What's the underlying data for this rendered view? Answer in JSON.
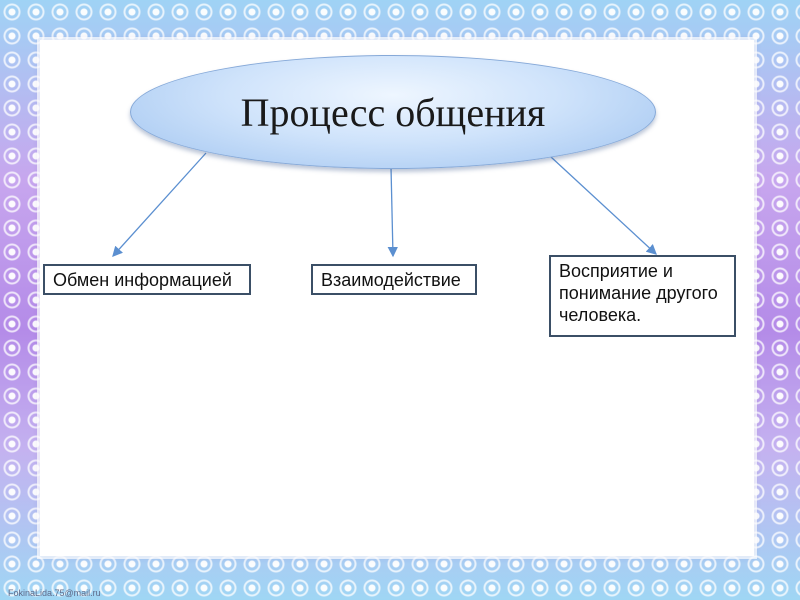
{
  "diagram": {
    "title": "Процесс общения",
    "nodes": [
      {
        "label": "Обмен информацией"
      },
      {
        "label": "Взаимодействие"
      },
      {
        "label": "Восприятие и понимание другого человека."
      }
    ]
  },
  "footer": {
    "watermark": "FokinaLida.75@mail.ru"
  },
  "colors": {
    "ellipse_fill": "#cfe3fb",
    "ellipse_border": "#86a9d8",
    "connector": "#5b8fd0",
    "box_border": "#3b4f66",
    "frame": "#b48be8"
  }
}
